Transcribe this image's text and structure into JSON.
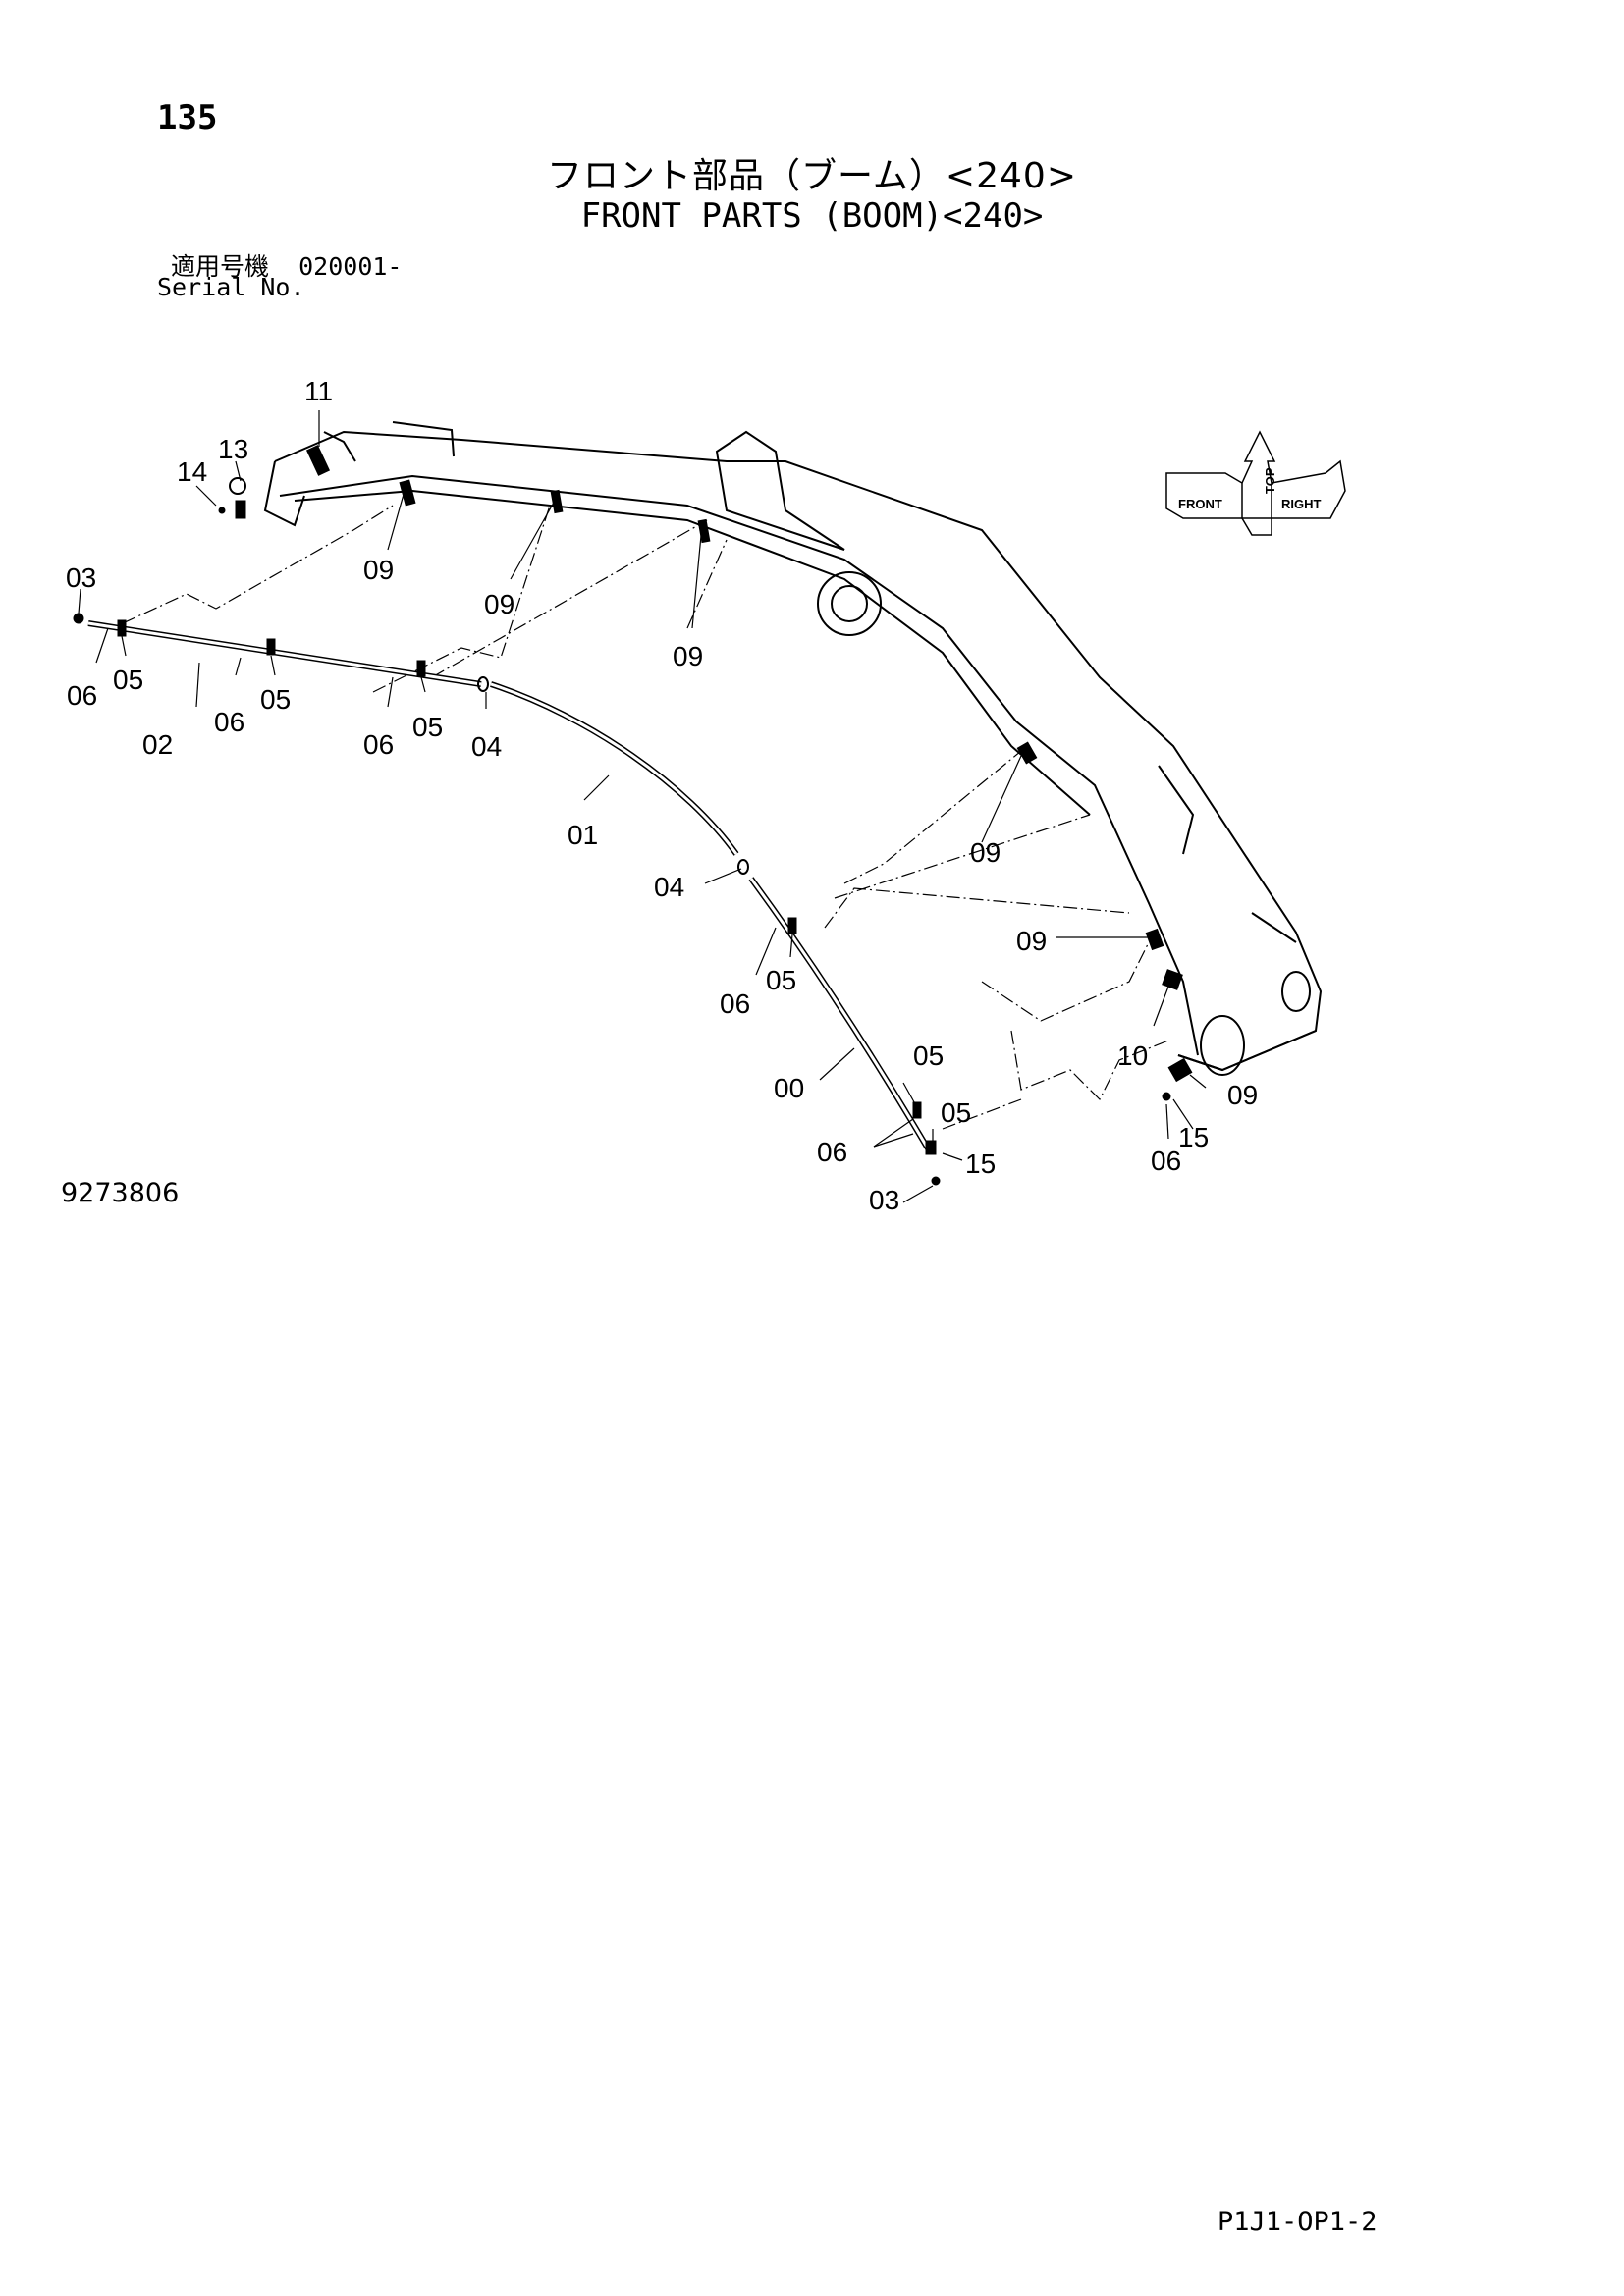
{
  "header": {
    "page_number": "135",
    "title_jp": "フロント部品（ブーム）<240>",
    "title_en": "FRONT PARTS (BOOM)<240>",
    "serial_label_jp": "適用号機",
    "serial_value": "020001-",
    "serial_label_en": "Serial No."
  },
  "compass": {
    "front": "FRONT",
    "top": "TOP",
    "right": "RIGHT"
  },
  "callouts": [
    "11",
    "14",
    "13",
    "03",
    "09",
    "09",
    "09",
    "06",
    "05",
    "06",
    "05",
    "02",
    "06",
    "05",
    "04",
    "01",
    "04",
    "06",
    "05",
    "09",
    "09",
    "10",
    "09",
    "15",
    "06",
    "00",
    "05",
    "05",
    "06",
    "03",
    "15"
  ],
  "footer": {
    "drawing_number": "9273806",
    "page_code": "P1J1-OP1-2"
  }
}
